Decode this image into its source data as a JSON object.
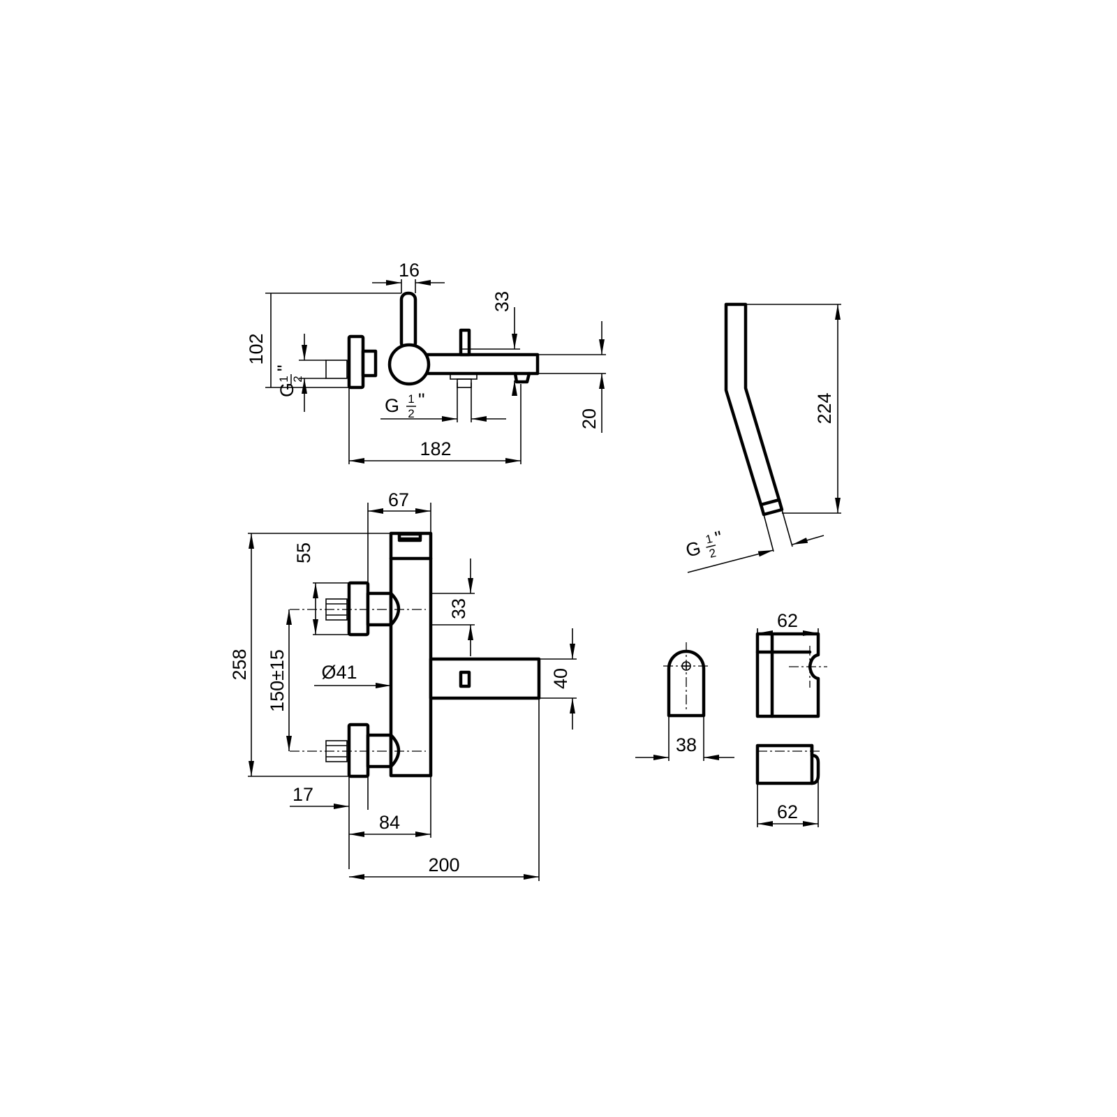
{
  "dimensions": {
    "top_view": {
      "handle_width": "16",
      "spout_offset": "33",
      "height_total": "102",
      "inlet_thread_g": "G",
      "inlet_thread_num": "1",
      "inlet_thread_den": "2",
      "inlet_thread_inch": "\"",
      "outlet_thread_g": "G",
      "outlet_thread_num": "1",
      "outlet_thread_den": "2",
      "outlet_thread_inch": "\"",
      "spout_height": "20",
      "length": "182"
    },
    "hose": {
      "length": "224",
      "thread_g": "G",
      "thread_num": "1",
      "thread_den": "2",
      "thread_inch": "\""
    },
    "front_view": {
      "body_width": "67",
      "top_offset": "55",
      "handle_spacing": "33",
      "total_height": "258",
      "centres": "150±15",
      "diameter": "Ø41",
      "spout_thickness": "40",
      "wall_offset": "17",
      "depth": "84",
      "overall_length": "200"
    },
    "holder": {
      "side_width": "38",
      "top_width": "62",
      "bottom_width": "62"
    }
  }
}
